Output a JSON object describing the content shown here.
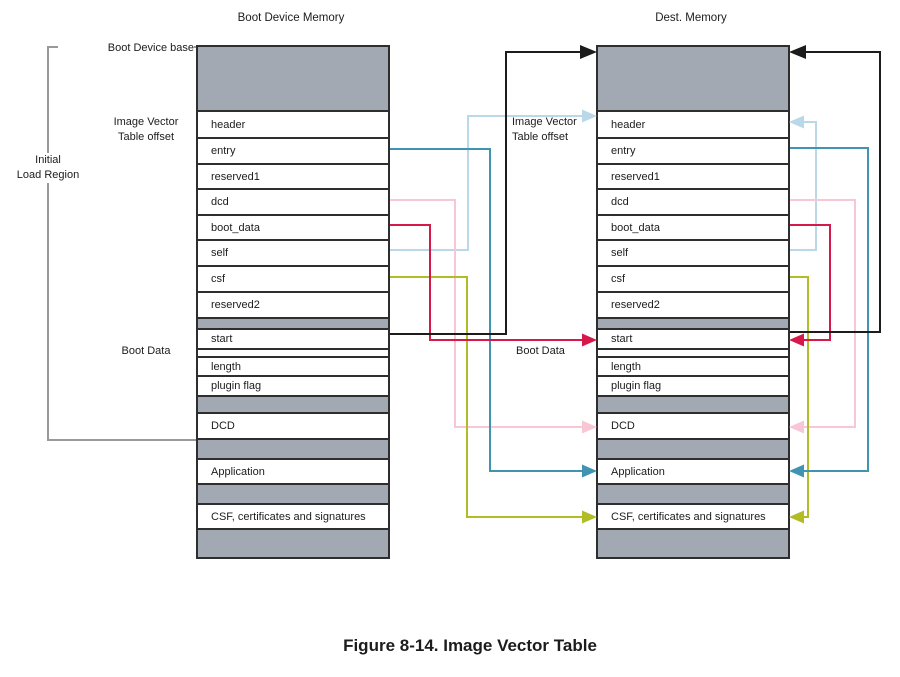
{
  "figure": {
    "caption": "Figure 8-14. Image Vector Table"
  },
  "titles": {
    "left": "Boot Device Memory",
    "right": "Dest. Memory"
  },
  "labels": {
    "boot_device_base": "Boot Device base",
    "ivt_offset_line1": "Image Vector",
    "ivt_offset_line2": "Table offset",
    "initial_load_line1": "Initial",
    "initial_load_line2": "Load Region",
    "boot_data": "Boot Data"
  },
  "rows": [
    "header",
    "entry",
    "reserved1",
    "dcd",
    "boot_data",
    "self",
    "csf",
    "reserved2",
    "start",
    "length",
    "plugin flag",
    "DCD",
    "Application",
    "CSF, certificates and signatures"
  ],
  "colors": {
    "gray_fill": "#a2a9b2",
    "border_dark": "#2e2e2e",
    "bracket_gray": "#999999",
    "black": "#1c1c1c",
    "pale_blue": "#b9d8e8",
    "teal": "#4193b2",
    "pink": "#f7c7d6",
    "red": "#d6194a",
    "olive": "#b2bc25"
  },
  "connections": [
    {
      "from": "start (Boot Device)",
      "to": "Dest. Memory base",
      "color": "#1c1c1c"
    },
    {
      "from": "start (Dest)",
      "to": "Dest. Memory base",
      "color": "#1c1c1c"
    },
    {
      "from": "self (Boot Device)",
      "to": "header (Dest)",
      "color": "#b9d8e8"
    },
    {
      "from": "self (Dest)",
      "to": "header (Dest)",
      "color": "#b9d8e8"
    },
    {
      "from": "entry (Boot Device)",
      "to": "Application (Dest)",
      "color": "#4193b2"
    },
    {
      "from": "entry (Dest)",
      "to": "Application (Dest)",
      "color": "#4193b2"
    },
    {
      "from": "dcd (Boot Device)",
      "to": "DCD (Dest)",
      "color": "#f7c7d6"
    },
    {
      "from": "dcd (Dest)",
      "to": "DCD (Dest)",
      "color": "#f7c7d6"
    },
    {
      "from": "boot_data (Boot Device)",
      "to": "start (Dest)",
      "color": "#d6194a"
    },
    {
      "from": "boot_data (Dest)",
      "to": "start (Dest)",
      "color": "#d6194a"
    },
    {
      "from": "csf (Boot Device)",
      "to": "CSF, certificates and signatures (Dest)",
      "color": "#b2bc25"
    },
    {
      "from": "csf (Dest)",
      "to": "CSF, certificates and signatures (Dest)",
      "color": "#b2bc25"
    }
  ]
}
